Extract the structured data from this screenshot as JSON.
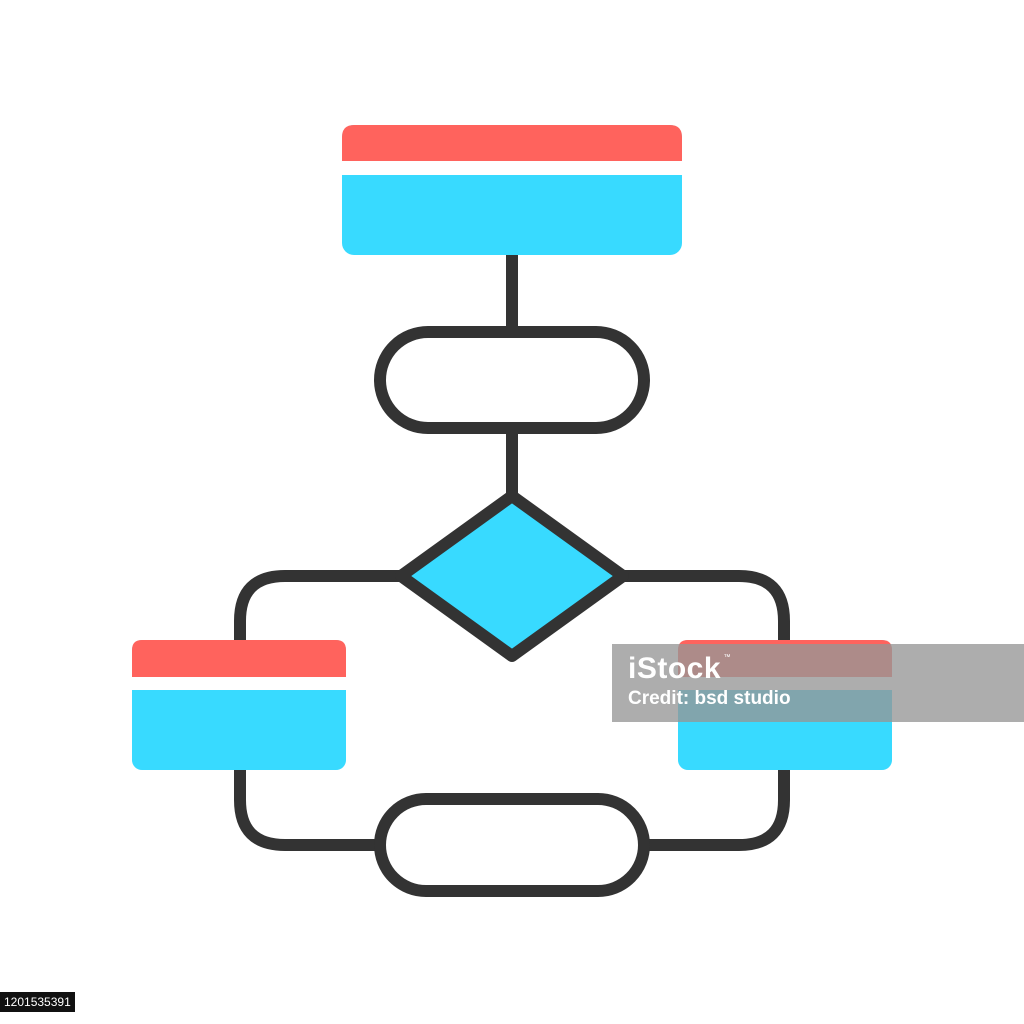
{
  "colors": {
    "outline": "#333333",
    "header_red": "#ff635d",
    "body_cyan": "#38daff",
    "node_fill": "#ffffff"
  },
  "diagram": {
    "nodes": [
      {
        "id": "top-process-box",
        "shape": "rectangle-with-header",
        "icon": "process-box"
      },
      {
        "id": "terminal-1",
        "shape": "rounded-pill",
        "icon": "terminator"
      },
      {
        "id": "decision",
        "shape": "diamond",
        "icon": "decision"
      },
      {
        "id": "left-process-box",
        "shape": "rectangle-with-header",
        "icon": "process-box"
      },
      {
        "id": "right-process-box",
        "shape": "rectangle-with-header",
        "icon": "process-box"
      },
      {
        "id": "terminal-2",
        "shape": "rounded-pill",
        "icon": "terminator"
      }
    ]
  },
  "watermark": {
    "brand": "iStock",
    "trademark": "™",
    "credit": "Credit: bsd studio"
  },
  "stock_id": "1201535391"
}
